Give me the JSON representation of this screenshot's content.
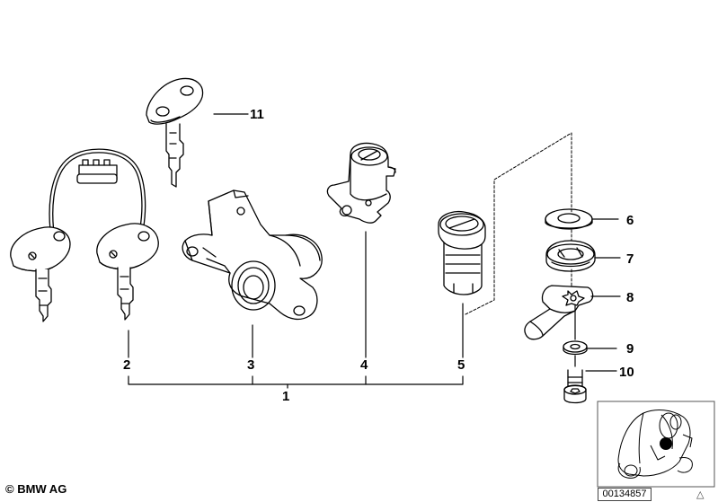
{
  "labels": {
    "p1": "1",
    "p2": "2",
    "p3": "3",
    "p4": "4",
    "p5": "5",
    "p6": "6",
    "p7": "7",
    "p8": "8",
    "p9": "9",
    "p10": "10",
    "p11": "11"
  },
  "copyright": "© BMW AG",
  "diagram_id": "00134857",
  "icons": [
    "key-icon",
    "key-ring-icon",
    "lock-cylinder-icon",
    "washer-icon",
    "nut-icon",
    "screw-icon",
    "scooter-thumbnail"
  ]
}
